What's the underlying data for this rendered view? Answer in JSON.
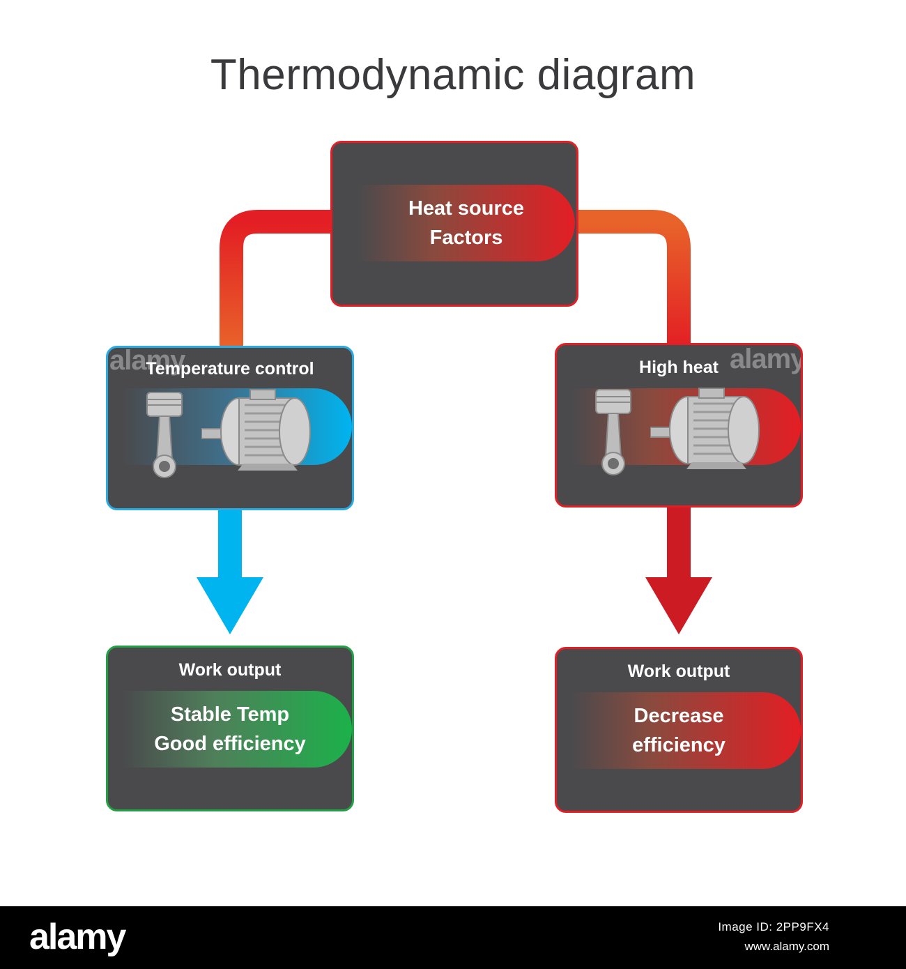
{
  "title": "Thermodynamic diagram",
  "nodes": {
    "heat_source": {
      "line1": "Heat source",
      "line2": "Factors"
    },
    "temperature_control": {
      "label": "Temperature control"
    },
    "high_heat": {
      "label": "High heat"
    },
    "work_output_left": {
      "label": "Work output",
      "line1": "Stable Temp",
      "line2": "Good efficiency"
    },
    "work_output_right": {
      "label": "Work output",
      "line1": "Decrease",
      "line2": "efficiency"
    }
  },
  "icons": [
    "piston-icon",
    "electric-motor-icon",
    "down-arrow-icon"
  ],
  "colors": {
    "box_fill": "#4a4a4d",
    "heat_red": "#e31e24",
    "cool_blue": "#29abe2",
    "good_green": "#22a045",
    "connector_orange": "#e8632a"
  },
  "watermark": "alamy",
  "footer": {
    "logo": "alamy",
    "image_id": "Image ID: 2PP9FX4",
    "url": "www.alamy.com"
  }
}
